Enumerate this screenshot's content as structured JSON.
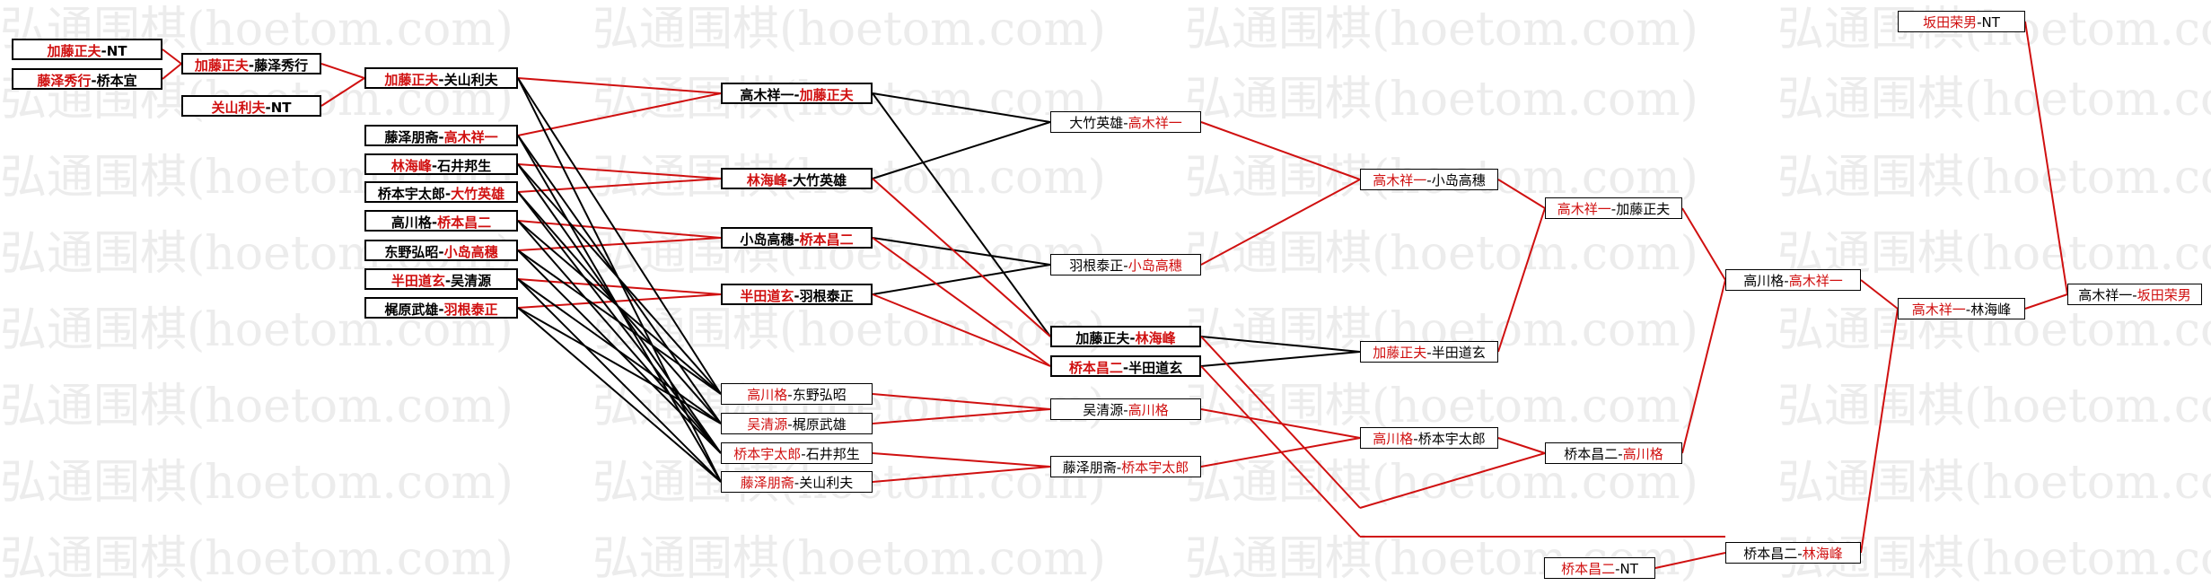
{
  "watermark": "弘通围棋(hoetom.com)",
  "colors": {
    "red": "#d01010",
    "black": "#000000",
    "watermark": "#ececec"
  },
  "matches": {
    "m01": {
      "left": "加藤正夫",
      "right": "NT",
      "winner": "left"
    },
    "m02": {
      "left": "藤泽秀行",
      "right": "桥本宜",
      "winner": "left"
    },
    "m03": {
      "left": "关山利夫",
      "right": "NT",
      "winner": "left"
    },
    "m04": {
      "left": "加藤正夫",
      "right": "藤泽秀行",
      "winner": "left"
    },
    "m05": {
      "left": "加藤正夫",
      "right": "关山利夫",
      "winner": "left"
    },
    "m06": {
      "left": "藤泽朋斋",
      "right": "高木祥一",
      "winner": "right"
    },
    "m07": {
      "left": "林海峰",
      "right": "石井邦生",
      "winner": "left"
    },
    "m08": {
      "left": "桥本宇太郎",
      "right": "大竹英雄",
      "winner": "right"
    },
    "m09": {
      "left": "高川格",
      "right": "桥本昌二",
      "winner": "right"
    },
    "m10": {
      "left": "东野弘昭",
      "right": "小岛高穗",
      "winner": "right"
    },
    "m11": {
      "left": "半田道玄",
      "right": "吴清源",
      "winner": "left"
    },
    "m12": {
      "left": "梶原武雄",
      "right": "羽根泰正",
      "winner": "right"
    },
    "m13": {
      "left": "高木祥一",
      "right": "加藤正夫",
      "winner": "right"
    },
    "m14": {
      "left": "林海峰",
      "right": "大竹英雄",
      "winner": "left"
    },
    "m15": {
      "left": "小岛高穗",
      "right": "桥本昌二",
      "winner": "right"
    },
    "m16": {
      "left": "半田道玄",
      "right": "羽根泰正",
      "winner": "left"
    },
    "m17": {
      "left": "高川格",
      "right": "东野弘昭",
      "winner": "left"
    },
    "m18": {
      "left": "吴清源",
      "right": "梶原武雄",
      "winner": "left"
    },
    "m19": {
      "left": "桥本宇太郎",
      "right": "石井邦生",
      "winner": "left"
    },
    "m20": {
      "left": "藤泽朋斋",
      "right": "关山利夫",
      "winner": "left"
    },
    "m21": {
      "left": "大竹英雄",
      "right": "高木祥一",
      "winner": "right"
    },
    "m22": {
      "left": "羽根泰正",
      "right": "小岛高穗",
      "winner": "right"
    },
    "m23": {
      "left": "加藤正夫",
      "right": "林海峰",
      "winner": "right"
    },
    "m24": {
      "left": "桥本昌二",
      "right": "半田道玄",
      "winner": "left"
    },
    "m25": {
      "left": "吴清源",
      "right": "高川格",
      "winner": "right"
    },
    "m26": {
      "left": "藤泽朋斋",
      "right": "桥本宇太郎",
      "winner": "right"
    },
    "m27": {
      "left": "高木祥一",
      "right": "小岛高穗",
      "winner": "left"
    },
    "m28": {
      "left": "加藤正夫",
      "right": "半田道玄",
      "winner": "left"
    },
    "m29": {
      "left": "高川格",
      "right": "桥本宇太郎",
      "winner": "left"
    },
    "m30": {
      "left": "高木祥一",
      "right": "加藤正夫",
      "winner": "left"
    },
    "m31": {
      "left": "桥本昌二",
      "right": "高川格",
      "winner": "right"
    },
    "m32": {
      "left": "高川格",
      "right": "高木祥一",
      "winner": "right"
    },
    "m33": {
      "left": "桥本昌二",
      "right": "林海峰",
      "winner": "right"
    },
    "m34": {
      "left": "桥本昌二",
      "right": "NT",
      "winner": "left"
    },
    "m35": {
      "left": "高木祥一",
      "right": "林海峰",
      "winner": "left"
    },
    "m36": {
      "left": "坂田荣男",
      "right": "NT",
      "winner": "left"
    },
    "m37": {
      "left": "高木祥一",
      "right": "坂田荣男",
      "winner": "right"
    }
  }
}
